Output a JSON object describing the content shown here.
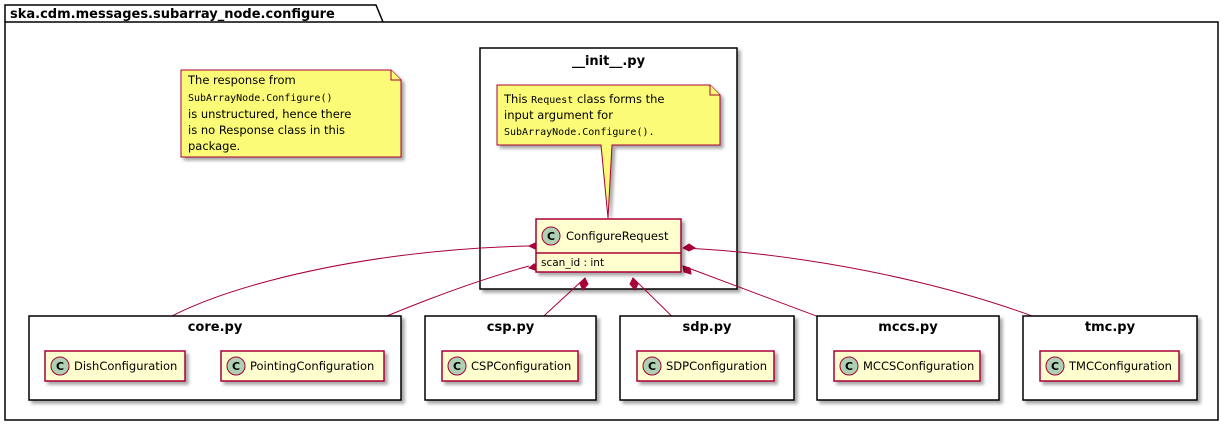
{
  "outer_package": {
    "title": "ska.cdm.messages.subarray_node.configure"
  },
  "init_package": {
    "title": "__init__.py"
  },
  "response_note": {
    "lines": [
      [
        {
          "t": "The response from",
          "mono": false
        }
      ],
      [
        {
          "t": "SubArrayNode.Configure()",
          "mono": true
        }
      ],
      [
        {
          "t": "is unstructured, hence there",
          "mono": false
        }
      ],
      [
        {
          "t": "is no Response class in this",
          "mono": false
        }
      ],
      [
        {
          "t": "package.",
          "mono": false
        }
      ]
    ]
  },
  "request_note": {
    "lines": [
      [
        {
          "t": "This ",
          "mono": false
        },
        {
          "t": "Request",
          "mono": true
        },
        {
          "t": " class forms the",
          "mono": false
        }
      ],
      [
        {
          "t": "input argument for",
          "mono": false
        }
      ],
      [
        {
          "t": "SubArrayNode.Configure().",
          "mono": true
        }
      ]
    ]
  },
  "configure_request": {
    "stereotype": "C",
    "name": "ConfigureRequest",
    "attribute": "scan_id : int"
  },
  "packages": [
    {
      "title": "core.py",
      "classes": [
        {
          "stereotype": "C",
          "name": "DishConfiguration"
        },
        {
          "stereotype": "C",
          "name": "PointingConfiguration"
        }
      ]
    },
    {
      "title": "csp.py",
      "classes": [
        {
          "stereotype": "C",
          "name": "CSPConfiguration"
        }
      ]
    },
    {
      "title": "sdp.py",
      "classes": [
        {
          "stereotype": "C",
          "name": "SDPConfiguration"
        }
      ]
    },
    {
      "title": "mccs.py",
      "classes": [
        {
          "stereotype": "C",
          "name": "MCCSConfiguration"
        }
      ]
    },
    {
      "title": "tmc.py",
      "classes": [
        {
          "stereotype": "C",
          "name": "TMCConfiguration"
        }
      ]
    }
  ],
  "colors": {
    "class_fill": "#FEFECE",
    "class_border": "#A80036",
    "note_fill": "#FBFB77",
    "note_border": "#A80036",
    "circle_fill": "#ADD1B2",
    "link": "#A80036"
  }
}
